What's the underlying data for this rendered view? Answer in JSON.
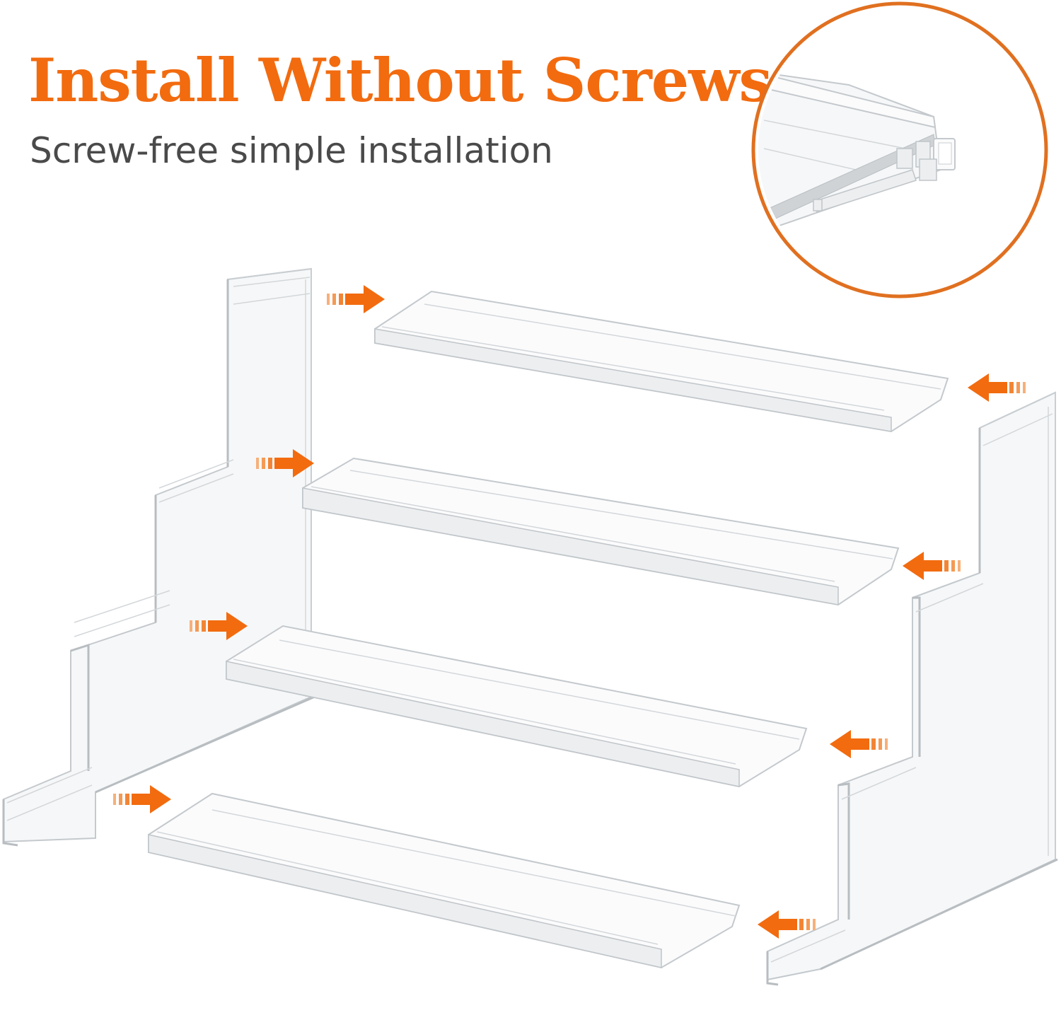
{
  "header": {
    "title": "Install Without Screws",
    "subtitle": "Screw-free simple installation"
  },
  "colors": {
    "accent": "#f26b0f",
    "title": "#f26b0f",
    "subtitle": "#4a4a4a",
    "circle_border": "#e07020",
    "background": "#ffffff",
    "acrylic_edge": "#c4c9cd"
  },
  "detail_inset": {
    "shape": "circle",
    "subject": "shelf-connector-closeup"
  },
  "product": {
    "type": "4-tier acrylic riser display shelf",
    "side_panels": 2,
    "shelves": 4
  },
  "arrows": {
    "left_side": [
      "arrow-right",
      "arrow-right",
      "arrow-right",
      "arrow-right"
    ],
    "right_side": [
      "arrow-left",
      "arrow-left",
      "arrow-left",
      "arrow-left"
    ]
  }
}
